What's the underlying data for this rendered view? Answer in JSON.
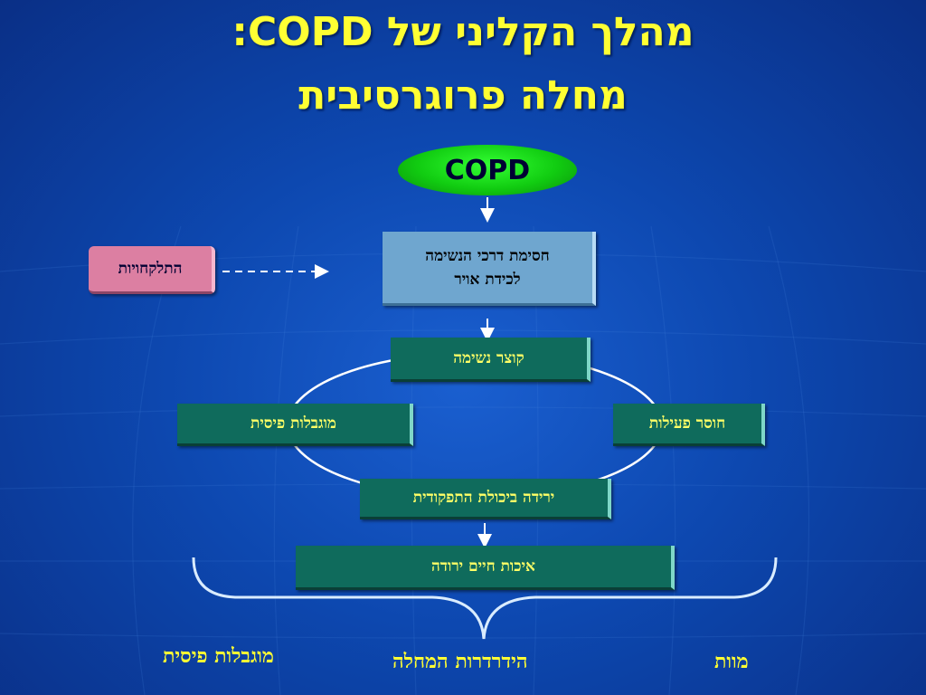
{
  "title": {
    "line1": "מהלך הקליני של COPD:",
    "line2": "מחלה פרוגרסיבית"
  },
  "nodes": {
    "copd": "COPD",
    "obstruction_line1": "חסימת דרכי הנשימה",
    "obstruction_line2": "לכידת אויר",
    "flare_ups": "התלקחויות",
    "dyspnea": "קוצר נשימה",
    "physical_limitation": "מוגבלות פיסית",
    "inactivity": "חוסר פעילות",
    "functional_decline": "ירידה ביכולת התפקודית",
    "quality_of_life": "איכות חיים ירודה"
  },
  "outcomes": {
    "physical_limitation": "מוגבלות פיסית",
    "deterioration": "הידרדרות המחלה",
    "death": "מוות"
  },
  "colors": {
    "background": "#0d48b0",
    "title": "#ffff33",
    "teal_box": "#0f6b5c",
    "teal_text": "#ffff66",
    "blue_box": "#6fa6cf",
    "pink_box": "#dc7fa2",
    "green_oval": "#11cc11"
  }
}
